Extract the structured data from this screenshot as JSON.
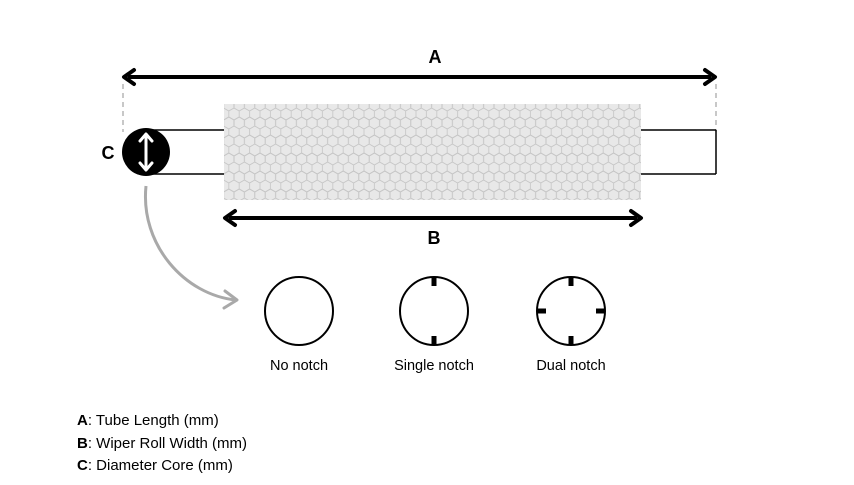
{
  "dimension_labels": {
    "a": "A",
    "b": "B",
    "c": "C"
  },
  "notch_options": [
    {
      "label": "No notch",
      "notches": 0
    },
    {
      "label": "Single notch",
      "notches": 2
    },
    {
      "label": "Dual notch",
      "notches": 4
    }
  ],
  "legend": [
    {
      "key": "A",
      "text": ": Tube Length (mm)"
    },
    {
      "key": "B",
      "text": ": Wiper Roll Width (mm)"
    },
    {
      "key": "C",
      "text": ": Diameter Core (mm)"
    }
  ],
  "colors": {
    "line": "#000000",
    "roll_fill": "#e6e6e6",
    "hex_stroke": "#c4c4c4",
    "guide": "#aaaaaa",
    "curve_arrow": "#a9a9a9"
  },
  "icons": [
    "double-arrow-icon",
    "curved-arrow-icon"
  ]
}
